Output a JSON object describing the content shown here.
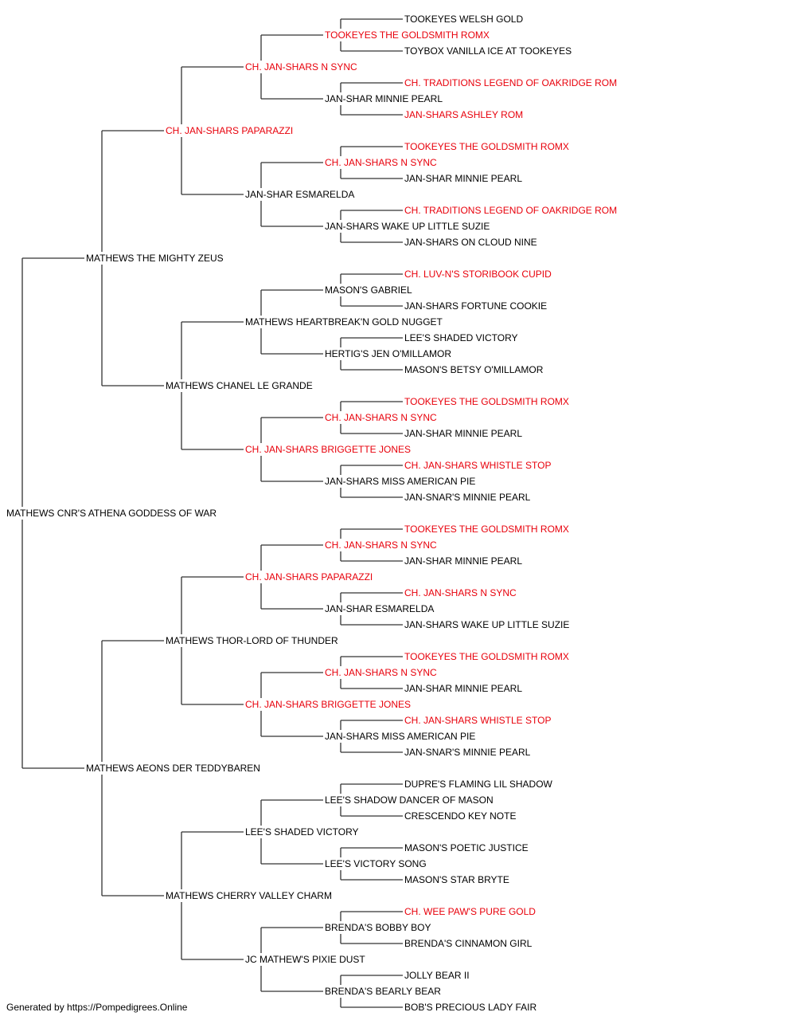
{
  "colors": {
    "champion": "#e8000b",
    "normal": "#000000",
    "line": "#333333"
  },
  "pedigree": {
    "name": "MATHEWS CNR'S ATHENA GODDESS OF WAR",
    "sire": {
      "name": "MATHEWS THE MIGHTY ZEUS",
      "sire": {
        "name": "CH. JAN-SHARS PAPARAZZI",
        "champion": true,
        "sire": {
          "name": "CH. JAN-SHARS N SYNC",
          "champion": true,
          "sire": {
            "name": "TOOKEYES THE GOLDSMITH ROMX",
            "champion": true,
            "sire": {
              "name": "TOOKEYES WELSH GOLD"
            },
            "dam": {
              "name": "TOYBOX VANILLA ICE AT TOOKEYES"
            }
          },
          "dam": {
            "name": "JAN-SHAR MINNIE PEARL",
            "sire": {
              "name": "CH. TRADITIONS LEGEND OF OAKRIDGE ROM",
              "champion": true
            },
            "dam": {
              "name": "JAN-SHARS ASHLEY ROM",
              "champion": true
            }
          }
        },
        "dam": {
          "name": "JAN-SHAR ESMARELDA",
          "sire": {
            "name": "CH. JAN-SHARS N SYNC",
            "champion": true,
            "sire": {
              "name": "TOOKEYES THE GOLDSMITH ROMX",
              "champion": true
            },
            "dam": {
              "name": "JAN-SHAR MINNIE PEARL"
            }
          },
          "dam": {
            "name": "JAN-SHARS WAKE UP LITTLE SUZIE",
            "sire": {
              "name": "CH. TRADITIONS LEGEND OF OAKRIDGE ROM",
              "champion": true
            },
            "dam": {
              "name": "JAN-SHARS ON CLOUD NINE"
            }
          }
        }
      },
      "dam": {
        "name": "MATHEWS CHANEL LE GRANDE",
        "sire": {
          "name": "MATHEWS HEARTBREAK'N GOLD NUGGET",
          "sire": {
            "name": "MASON'S GABRIEL",
            "sire": {
              "name": "CH. LUV-N'S STORIBOOK CUPID",
              "champion": true
            },
            "dam": {
              "name": "JAN-SHARS FORTUNE COOKIE"
            }
          },
          "dam": {
            "name": "HERTIG'S JEN O'MILLAMOR",
            "sire": {
              "name": "LEE'S SHADED VICTORY"
            },
            "dam": {
              "name": "MASON'S BETSY O'MILLAMOR"
            }
          }
        },
        "dam": {
          "name": "CH. JAN-SHARS BRIGGETTE JONES",
          "champion": true,
          "sire": {
            "name": "CH. JAN-SHARS N SYNC",
            "champion": true,
            "sire": {
              "name": "TOOKEYES THE GOLDSMITH ROMX",
              "champion": true
            },
            "dam": {
              "name": "JAN-SHAR MINNIE PEARL"
            }
          },
          "dam": {
            "name": "JAN-SHARS MISS AMERICAN PIE",
            "sire": {
              "name": "CH. JAN-SHARS WHISTLE STOP",
              "champion": true
            },
            "dam": {
              "name": "JAN-SNAR'S MINNIE PEARL"
            }
          }
        }
      }
    },
    "dam": {
      "name": "MATHEWS AEONS DER TEDDYBAREN",
      "sire": {
        "name": "MATHEWS THOR-LORD OF THUNDER",
        "sire": {
          "name": "CH. JAN-SHARS PAPARAZZI",
          "champion": true,
          "sire": {
            "name": "CH. JAN-SHARS N SYNC",
            "champion": true,
            "sire": {
              "name": "TOOKEYES THE GOLDSMITH ROMX",
              "champion": true
            },
            "dam": {
              "name": "JAN-SHAR MINNIE PEARL"
            }
          },
          "dam": {
            "name": "JAN-SHAR ESMARELDA",
            "sire": {
              "name": "CH. JAN-SHARS N SYNC",
              "champion": true
            },
            "dam": {
              "name": "JAN-SHARS WAKE UP LITTLE SUZIE"
            }
          }
        },
        "dam": {
          "name": "CH. JAN-SHARS BRIGGETTE JONES",
          "champion": true,
          "sire": {
            "name": "CH. JAN-SHARS N SYNC",
            "champion": true,
            "sire": {
              "name": "TOOKEYES THE GOLDSMITH ROMX",
              "champion": true
            },
            "dam": {
              "name": "JAN-SHAR MINNIE PEARL"
            }
          },
          "dam": {
            "name": "JAN-SHARS MISS AMERICAN PIE",
            "sire": {
              "name": "CH. JAN-SHARS WHISTLE STOP",
              "champion": true
            },
            "dam": {
              "name": "JAN-SNAR'S MINNIE PEARL"
            }
          }
        }
      },
      "dam": {
        "name": "MATHEWS CHERRY VALLEY CHARM",
        "sire": {
          "name": "LEE'S SHADED VICTORY",
          "sire": {
            "name": "LEE'S SHADOW DANCER OF MASON",
            "sire": {
              "name": "DUPRE'S FLAMING LIL SHADOW"
            },
            "dam": {
              "name": "CRESCENDO KEY NOTE"
            }
          },
          "dam": {
            "name": "LEE'S VICTORY SONG",
            "sire": {
              "name": "MASON'S POETIC JUSTICE"
            },
            "dam": {
              "name": "MASON'S STAR BRYTE"
            }
          }
        },
        "dam": {
          "name": "JC MATHEW'S PIXIE DUST",
          "sire": {
            "name": "BRENDA'S BOBBY BOY",
            "sire": {
              "name": "CH. WEE PAW'S PURE GOLD",
              "champion": true
            },
            "dam": {
              "name": "BRENDA'S CINNAMON GIRL"
            }
          },
          "dam": {
            "name": "BRENDA'S BEARLY BEAR",
            "sire": {
              "name": "JOLLY BEAR II"
            },
            "dam": {
              "name": "BOB'S PRECIOUS LADY FAIR"
            }
          }
        }
      }
    }
  },
  "footer": "Generated by https://Pompedigrees.Online"
}
